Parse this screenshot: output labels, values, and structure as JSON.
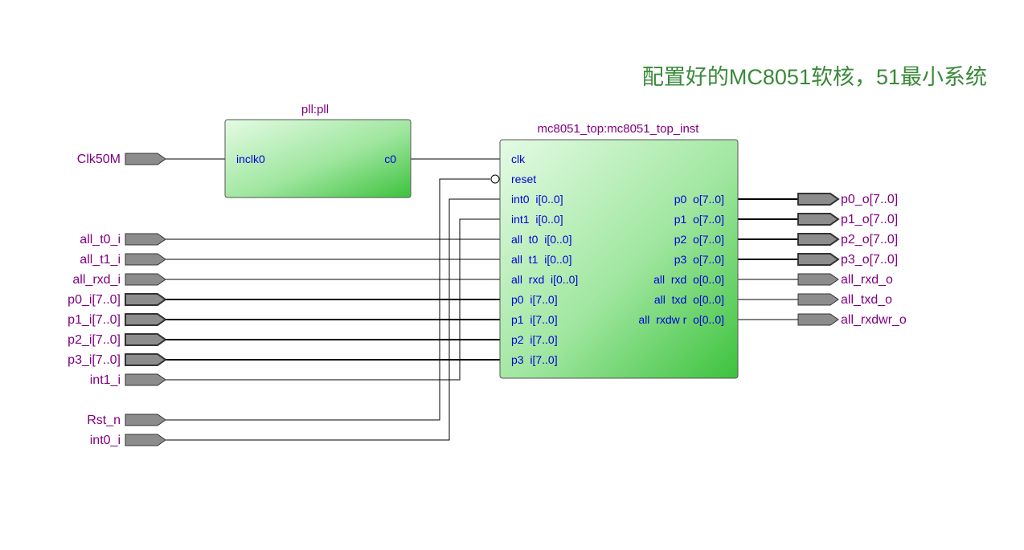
{
  "title": "配置好的MC8051软核，51最小系统",
  "pll": {
    "title": "pll:pll",
    "ports": {
      "in": "inclk0",
      "out": "c0"
    }
  },
  "top": {
    "title": "mc8051_top:mc8051_top_inst",
    "left_ports": [
      "clk",
      "reset",
      "int0  i[0..0]",
      "int1  i[0..0]",
      "all  t0  i[0..0]",
      "all  t1  i[0..0]",
      "all  rxd  i[0..0]",
      "p0  i[7..0]",
      "p1  i[7..0]",
      "p2  i[7..0]",
      "p3  i[7..0]"
    ],
    "right_ports": [
      "p0  o[7..0]",
      "p1  o[7..0]",
      "p2  o[7..0]",
      "p3  o[7..0]",
      "all  rxd  o[0..0]",
      "all  txd  o[0..0]",
      "all  rxdw r  o[0..0]"
    ]
  },
  "inputs": [
    "Clk50M",
    "all_t0_i",
    "all_t1_i",
    "all_rxd_i",
    "p0_i[7..0]",
    "p1_i[7..0]",
    "p2_i[7..0]",
    "p3_i[7..0]",
    "int1_i",
    "Rst_n",
    "int0_i"
  ],
  "outputs": [
    "p0_o[7..0]",
    "p1_o[7..0]",
    "p2_o[7..0]",
    "p3_o[7..0]",
    "all_rxd_o",
    "all_txd_o",
    "all_rxdwr_o"
  ],
  "colors": {
    "title": "#3a8a3a",
    "pin_label": "#800080",
    "port_label": "#0000dd",
    "block_light": "#d8f8d8",
    "block_dark": "#3cc03c",
    "pin_fill": "#8c8c8c"
  }
}
